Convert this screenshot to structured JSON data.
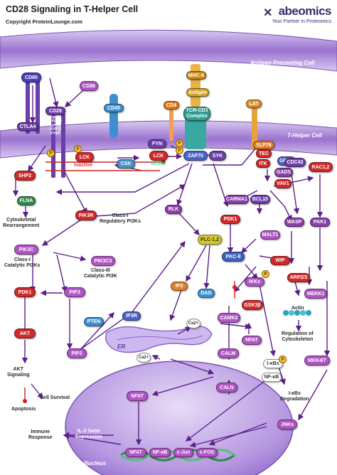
{
  "header": {
    "title": "CD28 Signaling in T-Helper Cell",
    "copyright": "Copyright ProteinLounge.com",
    "brand_name": "abeomics",
    "brand_tagline": "Your Partner in Proteomics"
  },
  "regions": {
    "apc": "Antigen Presenting Cell",
    "th": "T-Helper Cell",
    "er": "ER",
    "nucleus": "Nucleus"
  },
  "nodes": {
    "cd80": "CD80",
    "cd86": "CD86",
    "ctla4": "CTLA4",
    "cd28": "CD28",
    "cd28_motif": "YMNMTPRRPGPTRKHYQPYAP",
    "cd45": "CD45",
    "cd4": "CD4",
    "mhc2": "MHC-II",
    "antigen": "Antigen",
    "tcr": "TCR-CD3\nComplex",
    "lat": "LAT",
    "shp2": "SHP2",
    "lck_inactive": "LCK",
    "lck_active": "LCK",
    "csk": "CSK",
    "fyn": "FYN",
    "zap70": "ZAP70",
    "syk": "SYK",
    "slp76": "SLP76",
    "tec": "TEC",
    "itk": "ITK",
    "grb2": "GRB2",
    "gads": "GADS",
    "vav1": "VAV1",
    "cdc42": "CDC42",
    "rac12": "RAC1,2",
    "flna": "FLNA",
    "pik3r": "PIK3R",
    "rlk": "RLK",
    "carma1": "CARMA1",
    "bcl10": "BCL10",
    "wasp": "WASP",
    "pak1": "PAK1",
    "pdk1_a": "PDK1",
    "malt1": "MALT1",
    "pik3c": "PIK3C",
    "plc12": "PLC-1,2",
    "pkc": "PKC-θ",
    "wip": "WIP",
    "pik3c3": "PIK3C3",
    "arp23": "ARP2/3",
    "mekk1": "MEKK1",
    "ikks": "IKKs",
    "pdk1_b": "PDK1",
    "pip3": "PIP3",
    "ip3": "IP3",
    "dag": "DAG",
    "gsk3b": "GSK3β",
    "actin": "Actin",
    "camk2": "CAMK2",
    "ip3r": "IP3R",
    "ca_a": "Ca2+",
    "ca_b": "Ca2+",
    "pten": "PTEN",
    "akt": "AKT",
    "nfat_a": "NFAT",
    "calm": "CALM",
    "ikbs": "I-κBs",
    "nfkb_a": "NF-κB",
    "mkk47": "MKK4/7",
    "pip2": "PIP2",
    "caln": "CALN",
    "nfat_b": "NFAT",
    "jnks": "JNKs",
    "nfat_c": "NFAT",
    "nfkb_b": "NF-κB",
    "cjun": "c-Jun",
    "cfos": "c-FOS",
    "p": "P"
  },
  "labels": {
    "inactive": "Inactive",
    "active": "Active",
    "cytoskeletal": "Cytoskeletal\nRearrangement",
    "class1": "Class-I\nRegulatory PI3Ks",
    "class1cat": "Class-I\nCatalytic PI3Ks",
    "class3": "Class-III\nCatalytic PI3K",
    "reg_cyto": "Regulation of\nCytoskeleton",
    "akt_sig": "AKT\nSignaling",
    "cell_surv": "Cell Survival",
    "apoptosis": "Apoptosis",
    "ikb_deg": "I-κBs\nDegradation",
    "immune": "Immune\nResponse",
    "il2": "IL-2 Gene\nExpression"
  }
}
